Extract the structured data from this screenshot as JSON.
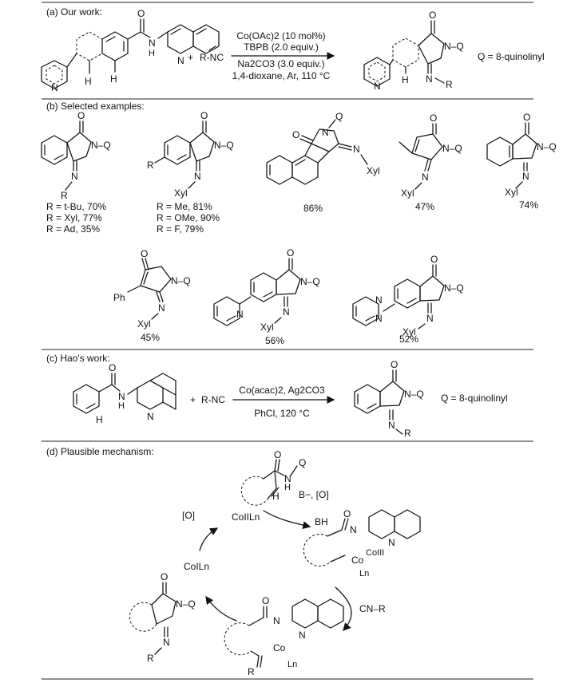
{
  "sections": {
    "a_title": "(a) Our work:",
    "b_title": "(b) Selected examples:",
    "c_title": "(c) Hao's work:",
    "d_title": "(d) Plausible mechanism:"
  },
  "panel_a": {
    "plus": "+",
    "reagent": "R-NC",
    "cond1": "Co(OAc)2 (10 mol%)",
    "cond2": "TBPB (2.0 equiv.)",
    "cond3": "Na2CO3 (3.0 equiv.)",
    "cond4": "1,4-dioxane, Ar, 110 °C",
    "q_def": "Q = 8-quinolinyl"
  },
  "panel_b": {
    "ex1": [
      "R = t-Bu, 70%",
      "R = Xyl, 77%",
      "R = Ad, 35%"
    ],
    "ex2": [
      "R = Me, 81%",
      "R = OMe, 90%",
      "R = F, 79%"
    ],
    "ex3": "86%",
    "ex4": "47%",
    "ex5": "74%",
    "ex6": "45%",
    "ex7": "56%",
    "ex8": "52%"
  },
  "panel_c": {
    "plus": "+",
    "reagent": "R-NC",
    "cond1": "Co(acac)2, Ag2CO3",
    "cond2": "PhCl, 120 °C",
    "q_def": "Q = 8-quinolinyl"
  },
  "panel_d": {
    "base_ox": "B−, [O]",
    "bh": "BH",
    "ox": "[O]",
    "co2": "CoIILn",
    "co1": "CoILn",
    "co3": "CoIII",
    "isocyanide": "CN–R"
  },
  "atoms": {
    "O": "O",
    "N": "N",
    "H": "H",
    "Q": "Q",
    "R": "R",
    "Xyl": "Xyl",
    "Ph": "Ph",
    "Co": "Co",
    "Ln": "Ln",
    "III": "III",
    "NQ": "N–Q",
    "NH": "N"
  }
}
